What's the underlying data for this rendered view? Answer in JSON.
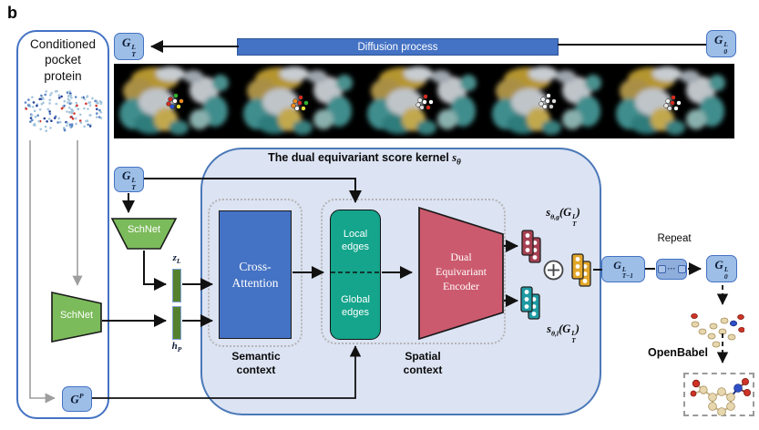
{
  "figure_label": "b",
  "colors": {
    "accent_blue": "#4472C4",
    "node_fill": "#9DBEE6",
    "kernel_fill": "#DCE3F3",
    "kernel_border": "#4A78B8",
    "green": "#7CBB5B",
    "bar_green": "#55812F",
    "teal": "#14A58C",
    "encoder_pink": "#CC5A6E",
    "score_global_bar": "#A64052",
    "score_local_bar": "#1E9AA3",
    "combined_bar": "#E2A62A"
  },
  "left_panel": {
    "title_lines": [
      "Conditioned",
      "pocket",
      "protein"
    ],
    "schnet": "SchNet",
    "gp": {
      "base": "G",
      "sup": "P"
    }
  },
  "diffusion": {
    "label": "Diffusion process",
    "gt": {
      "base": "G",
      "sup": "L",
      "sub": "T"
    },
    "g0": {
      "base": "G",
      "sup": "L",
      "sub": "0"
    }
  },
  "protein_strip": {
    "frames": 5,
    "ligand_palettes": [
      [
        "#d62a1f",
        "#2bb52b",
        "#f08a1d",
        "#2b52d6",
        "#e8e13a",
        "#ffffff",
        "#d62a1f"
      ],
      [
        "#f08a1d",
        "#d62a1f",
        "#2bb52b",
        "#ffffff",
        "#e8e13a",
        "#d62a1f",
        "#f08a1d"
      ],
      [
        "#e9e9e9",
        "#d62a1f",
        "#ffffff",
        "#d8d8d8",
        "#d62a1f",
        "#ffffff",
        "#e0e0e0"
      ],
      [
        "#eeeeee",
        "#ffffff",
        "#dddddd",
        "#ffffff",
        "#cccccc",
        "#ffffff",
        "#e6e6e6"
      ],
      [
        "#eeeeee",
        "#d62a1f",
        "#ffffff",
        "#dddddd",
        "#ffffff",
        "#d62a1f",
        "#e6e6e6"
      ]
    ]
  },
  "kernel": {
    "title": "The dual equivariant score kernel ",
    "title_s": "s",
    "title_sub": "θ",
    "gt": {
      "base": "G",
      "sup": "L",
      "sub": "T"
    },
    "schnet": "SchNet",
    "zl": {
      "base": "z",
      "sub": "L"
    },
    "hp": {
      "base": "h",
      "sub": "P"
    },
    "cross_attention_lines": [
      "Cross-",
      "Attention"
    ],
    "semantic_context_lines": [
      "Semantic",
      "context"
    ],
    "local_edges_lines": [
      "Local",
      "edges"
    ],
    "global_edges_lines": [
      "Global",
      "edges"
    ],
    "spatial_context_lines": [
      "Spatial",
      "context"
    ],
    "encoder_lines": [
      "Dual",
      "Equivariant",
      "Encoder"
    ],
    "score_global": {
      "s": "s",
      "ssub": "θ,g",
      "open": "(",
      "g": "G",
      "gsup": "L",
      "gsub": "T",
      "close": ")"
    },
    "score_local": {
      "s": "s",
      "ssub": "θ,l",
      "open": "(",
      "g": "G",
      "gsup": "L",
      "gsub": "T",
      "close": ")"
    }
  },
  "output": {
    "repeat_label": "Repeat",
    "gtm1": {
      "base": "G",
      "sup": "L",
      "sub": "T−1"
    },
    "dots": "···",
    "g0": {
      "base": "G",
      "sup": "L",
      "sub": "0"
    },
    "openbabel": "OpenBabel"
  }
}
